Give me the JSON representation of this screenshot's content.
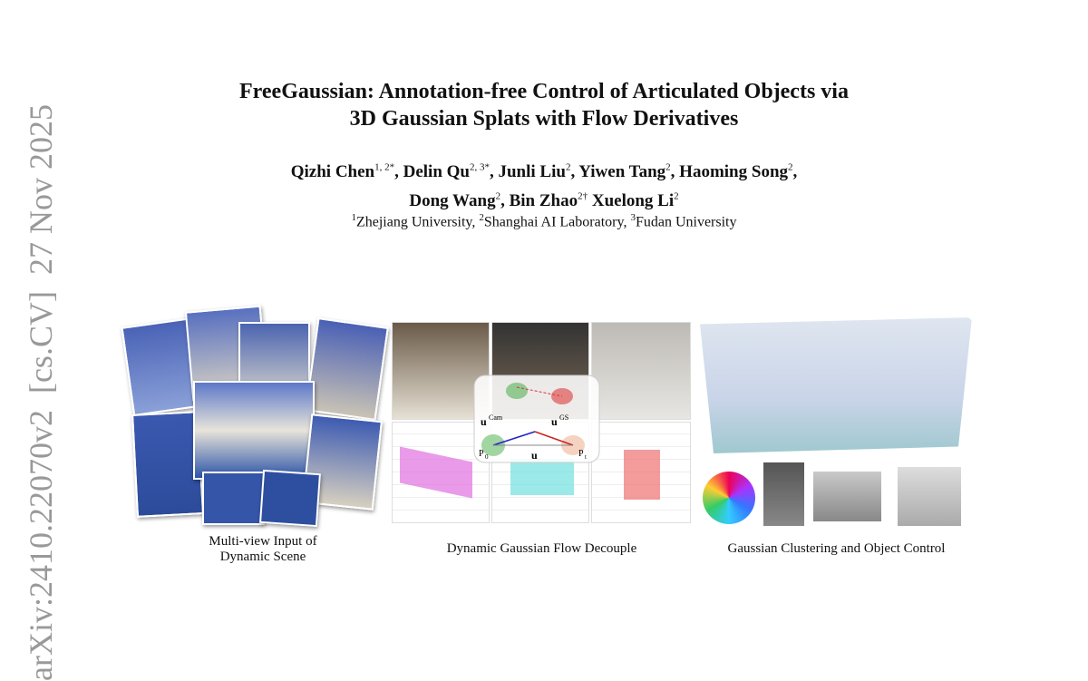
{
  "title": {
    "line1": "FreeGaussian: Annotation-free Control of Articulated Objects via",
    "line2": "3D Gaussian Splats with Flow Derivatives"
  },
  "authors": [
    {
      "name": "Qizhi Chen",
      "sup": "1, 2*",
      "sep": ", "
    },
    {
      "name": "Delin Qu",
      "sup": "2, 3*",
      "sep": ", "
    },
    {
      "name": "Junli Liu",
      "sup": "2",
      "sep": ", "
    },
    {
      "name": "Yiwen Tang",
      "sup": "2",
      "sep": ", "
    },
    {
      "name": "Haoming Song",
      "sup": "2",
      "sep": ","
    },
    {
      "name": "Dong Wang",
      "sup": "2",
      "sep": ", "
    },
    {
      "name": "Bin Zhao",
      "sup": "2†",
      "sep": " "
    },
    {
      "name": "Xuelong Li",
      "sup": "2",
      "sep": ""
    }
  ],
  "affiliations": [
    {
      "sup": "1",
      "name": "Zhejiang University, "
    },
    {
      "sup": "2",
      "name": "Shanghai AI Laboratory, "
    },
    {
      "sup": "3",
      "name": "Fudan University"
    }
  ],
  "arxiv_stamp": "arXiv:2410.22070v2  [cs.CV]  27 Nov 2025",
  "figure": {
    "caption_left_1": "Multi-view Input of",
    "caption_left_2": "Dynamic Scene",
    "caption_mid": "Dynamic Gaussian Flow Decouple",
    "caption_right": "Gaussian Clustering and Object Control",
    "labels": {
      "u_cam": "u",
      "cam_sup": "Cam",
      "u_gs": "u",
      "gs_sup": "GS",
      "u": "u",
      "p0": "P",
      "p0_sub": "0",
      "pt": "P",
      "pt_sub": "t"
    }
  }
}
